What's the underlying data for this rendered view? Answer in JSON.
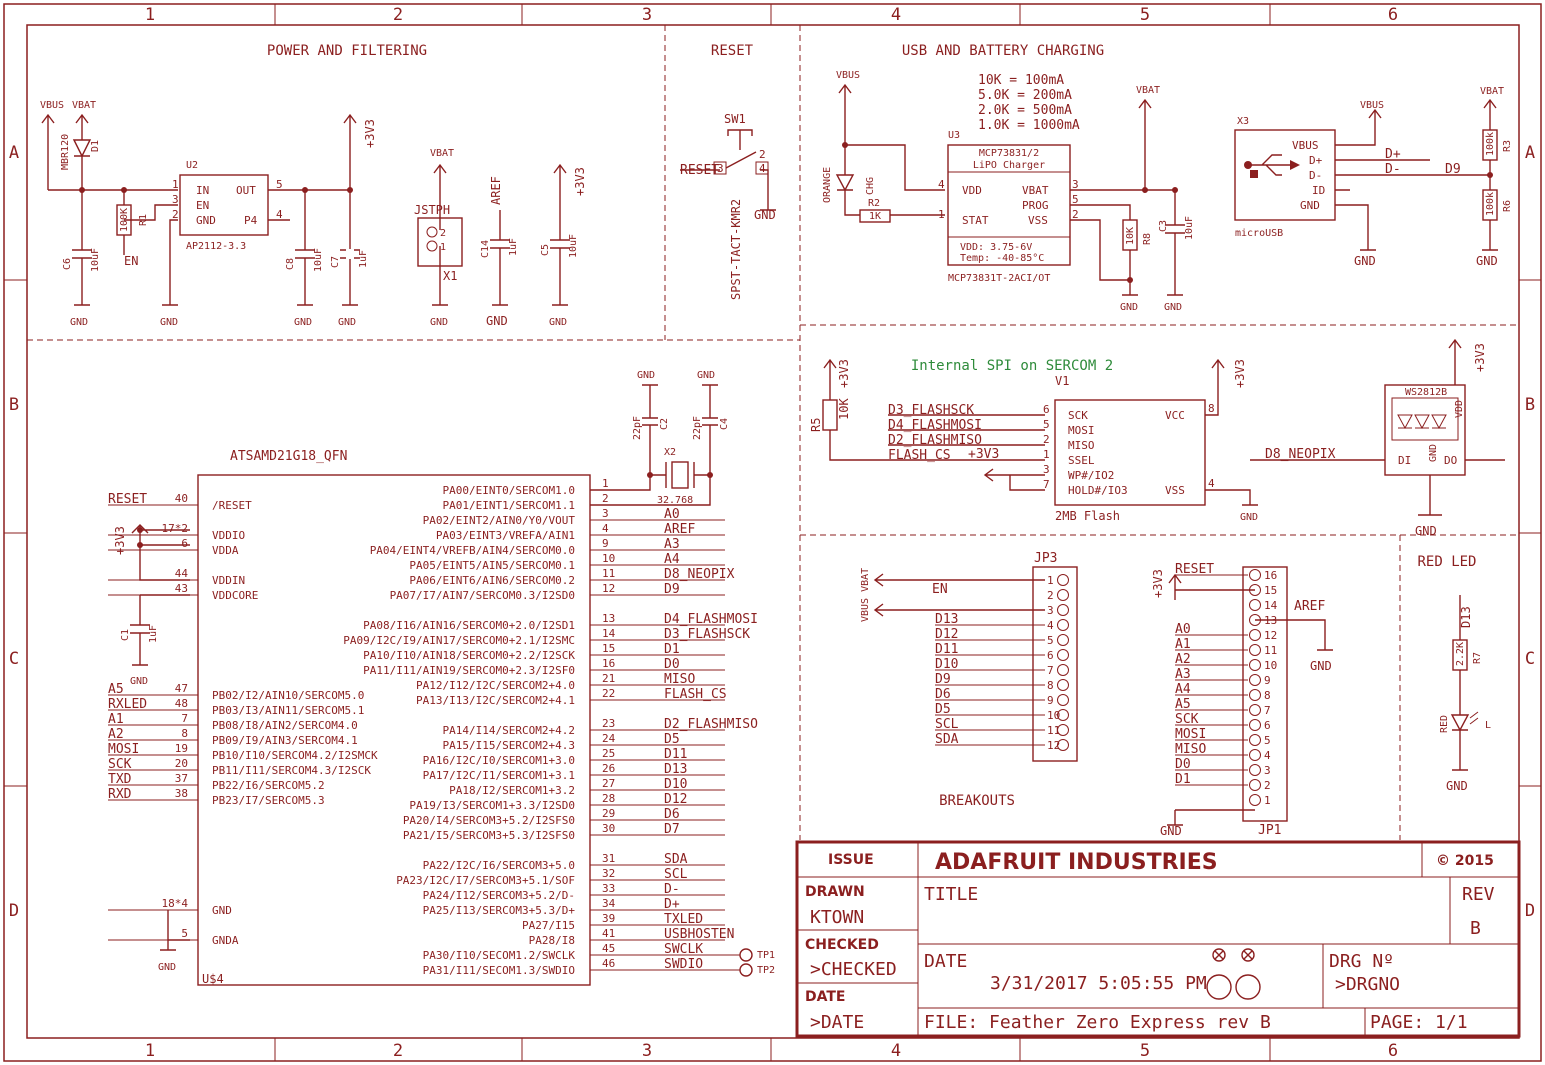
{
  "border": {
    "columns": [
      "1",
      "2",
      "3",
      "4",
      "5",
      "6"
    ],
    "rows": [
      "A",
      "B",
      "C",
      "D"
    ]
  },
  "sections": {
    "power": "POWER AND FILTERING",
    "reset": "RESET",
    "usb": "USB AND BATTERY CHARGING",
    "spi_note": "Internal SPI on SERCOM 2",
    "breakouts": "BREAKOUTS",
    "red_led": "RED LED"
  },
  "power": {
    "vbus": "VBUS",
    "vbat": "VBAT",
    "v3": "+3V3",
    "d1": "D1",
    "d1_part": "MBR120",
    "c6": "C6",
    "c6_val": "10uF",
    "r1": "R1",
    "r1_val": "100K",
    "en": "EN",
    "u2": "U2",
    "u2_part": "AP2112-3.3",
    "u2_pins": [
      "IN",
      "EN",
      "GND",
      "OUT",
      "P4"
    ],
    "u2_nums": [
      "1",
      "3",
      "2",
      "5",
      "4"
    ],
    "c8": "C8",
    "c8_val": "10uF",
    "c7": "C7",
    "c7_val": "1uF",
    "jstph": "JSTPH",
    "x1": "X1",
    "aref": "AREF",
    "c14": "C14",
    "c14_val": "1uF",
    "c5": "C5",
    "c5_val": "10uF",
    "gnd": "GND"
  },
  "reset": {
    "sw1": "SW1",
    "sw_part": "SPST-TACT-KMR2",
    "net": "RESET",
    "gnd": "GND"
  },
  "usb": {
    "table": [
      "10K  = 100mA",
      "5.0K  = 200mA",
      "2.0K  = 500mA",
      "1.0K  = 1000mA"
    ],
    "u3": "U3",
    "u3_title1": "MCP73831/2",
    "u3_title2": "LiPO Charger",
    "u3_pins": [
      "VDD",
      "STAT",
      "VBAT",
      "PROG",
      "VSS"
    ],
    "u3_nums": [
      "4",
      "1",
      "3",
      "5",
      "2"
    ],
    "u3_spec1": "VDD:    3.75-6V",
    "u3_spec2": "Temp:  -40-85°C",
    "u3_part": "MCP73831T-2ACI/OT",
    "chg": "CHG",
    "orange": "ORANGE",
    "r2": "R2",
    "r2_val": "1K",
    "r8": "R8",
    "r8_val": "10K",
    "c3": "C3",
    "c3_val": "10uF",
    "x3": "X3",
    "x3_pins": [
      "VBUS",
      "D+",
      "D-",
      "ID",
      "GND"
    ],
    "x3_part": "microUSB",
    "dplus": "D+",
    "dminus": "D-",
    "d9": "D9",
    "r3": "R3",
    "r3_val": "100k",
    "r6": "R6",
    "r6_val": "100k"
  },
  "flash": {
    "v1": "V1",
    "part": "2MB Flash",
    "left_pins": [
      "SCK",
      "MOSI",
      "MISO",
      "SSEL",
      "WP#/IO2",
      "HOLD#/IO3"
    ],
    "left_nums": [
      "6",
      "5",
      "2",
      "1",
      "3",
      "7"
    ],
    "right_pins": [
      "VCC",
      "VSS"
    ],
    "right_nums": [
      "8",
      "4"
    ],
    "nets": [
      "D3_FLASHSCK",
      "D4_FLASHMOSI",
      "D2_FLASHMISO",
      "FLASH_CS"
    ],
    "r5": "R5",
    "r5_val": "10K"
  },
  "neopixel": {
    "part": "WS2812B",
    "pins": [
      "DI",
      "DO",
      "GND",
      "VDD"
    ],
    "net": "D8_NEOPIX"
  },
  "mcu": {
    "name": "ATSAMD21G18_QFN",
    "ref": "U$4",
    "left": [
      {
        "n": "40",
        "p": "/RESET",
        "net": "RESET"
      },
      {
        "n": "17*2",
        "p": "VDDIO",
        "net": ""
      },
      {
        "n": "6",
        "p": "VDDA",
        "net": ""
      },
      {
        "n": "44",
        "p": "VDDIN",
        "net": ""
      },
      {
        "n": "43",
        "p": "VDDCORE",
        "net": ""
      },
      {
        "n": "47",
        "p": "PB02/I2/AIN10/SERCOM5.0",
        "net": "A5"
      },
      {
        "n": "48",
        "p": "PB03/I3/AIN11/SERCOM5.1",
        "net": "RXLED"
      },
      {
        "n": "7",
        "p": "PB08/I8/AIN2/SERCOM4.0",
        "net": "A1"
      },
      {
        "n": "8",
        "p": "PB09/I9/AIN3/SERCOM4.1",
        "net": "A2"
      },
      {
        "n": "19",
        "p": "PB10/I10/SERCOM4.2/I2SMCK",
        "net": "MOSI"
      },
      {
        "n": "20",
        "p": "PB11/I11/SERCOM4.3/I2SCK",
        "net": "SCK"
      },
      {
        "n": "37",
        "p": "PB22/I6/SERCOM5.2",
        "net": "TXD"
      },
      {
        "n": "38",
        "p": "PB23/I7/SERCOM5.3",
        "net": "RXD"
      },
      {
        "n": "18*4",
        "p": "GND",
        "net": ""
      },
      {
        "n": "5",
        "p": "GNDA",
        "net": ""
      }
    ],
    "right": [
      {
        "n": "1",
        "p": "PA00/EINT0/SERCOM1.0",
        "net": ""
      },
      {
        "n": "2",
        "p": "PA01/EINT1/SERCOM1.1",
        "net": ""
      },
      {
        "n": "3",
        "p": "PA02/EINT2/AIN0/Y0/VOUT",
        "net": "A0"
      },
      {
        "n": "4",
        "p": "PA03/EINT3/VREFA/AIN1",
        "net": "AREF"
      },
      {
        "n": "9",
        "p": "PA04/EINT4/VREFB/AIN4/SERCOM0.0",
        "net": "A3"
      },
      {
        "n": "10",
        "p": "PA05/EINT5/AIN5/SERCOM0.1",
        "net": "A4"
      },
      {
        "n": "11",
        "p": "PA06/EINT6/AIN6/SERCOM0.2",
        "net": "D8_NEOPIX"
      },
      {
        "n": "12",
        "p": "PA07/I7/AIN7/SERCOM0.3/I2SD0",
        "net": "D9"
      },
      {
        "n": "13",
        "p": "PA08/I16/AIN16/SERCOM0+2.0/I2SD1",
        "net": "D4_FLASHMOSI"
      },
      {
        "n": "14",
        "p": "PA09/I2C/I9/AIN17/SERCOM0+2.1/I2SMC",
        "net": "D3_FLASHSCK"
      },
      {
        "n": "15",
        "p": "PA10/I10/AIN18/SERCOM0+2.2/I2SCK",
        "net": "D1"
      },
      {
        "n": "16",
        "p": "PA11/I11/AIN19/SERCOM0+2.3/I2SF0",
        "net": "D0"
      },
      {
        "n": "21",
        "p": "PA12/I12/I2C/SERCOM2+4.0",
        "net": "MISO"
      },
      {
        "n": "22",
        "p": "PA13/I13/I2C/SERCOM2+4.1",
        "net": "FLASH_CS"
      },
      {
        "n": "23",
        "p": "PA14/I14/SERCOM2+4.2",
        "net": "D2_FLASHMISO"
      },
      {
        "n": "24",
        "p": "PA15/I15/SERCOM2+4.3",
        "net": "D5"
      },
      {
        "n": "25",
        "p": "PA16/I2C/I0/SERCOM1+3.0",
        "net": "D11"
      },
      {
        "n": "26",
        "p": "PA17/I2C/I1/SERCOM1+3.1",
        "net": "D13"
      },
      {
        "n": "27",
        "p": "PA18/I2/SERCOM1+3.2",
        "net": "D10"
      },
      {
        "n": "28",
        "p": "PA19/I3/SERCOM1+3.3/I2SD0",
        "net": "D12"
      },
      {
        "n": "29",
        "p": "PA20/I4/SERCOM3+5.2/I2SFS0",
        "net": "D6"
      },
      {
        "n": "30",
        "p": "PA21/I5/SERCOM3+5.3/I2SFS0",
        "net": "D7"
      },
      {
        "n": "31",
        "p": "PA22/I2C/I6/SERCOM3+5.0",
        "net": "SDA"
      },
      {
        "n": "32",
        "p": "PA23/I2C/I7/SERCOM3+5.1/SOF",
        "net": "SCL"
      },
      {
        "n": "33",
        "p": "PA24/I12/SERCOM3+5.2/D-",
        "net": "D-"
      },
      {
        "n": "34",
        "p": "PA25/I13/SERCOM3+5.3/D+",
        "net": "D+"
      },
      {
        "n": "39",
        "p": "PA27/I15",
        "net": "TXLED"
      },
      {
        "n": "41",
        "p": "PA28/I8",
        "net": "USBHOSTEN"
      },
      {
        "n": "45",
        "p": "PA30/I10/SECOM1.2/SWCLK",
        "net": "SWCLK"
      },
      {
        "n": "46",
        "p": "PA31/I11/SECOM1.3/SWDIO",
        "net": "SWDIO"
      }
    ],
    "x2": "X2",
    "x2_val": "32.768",
    "c2": "C2",
    "c2_val": "22pF",
    "c4": "C4",
    "c4_val": "22pF",
    "c1": "C1",
    "c1_val": "1uF",
    "tp1": "TP1",
    "tp2": "TP2"
  },
  "jp3": {
    "name": "JP3",
    "nets": [
      "VBAT",
      "EN",
      "VBUS",
      "D13",
      "D12",
      "D11",
      "D10",
      "D9",
      "D6",
      "D5",
      "SCL",
      "SDA"
    ]
  },
  "jp1": {
    "name": "JP1",
    "nets": [
      "RESET",
      "",
      "AREF",
      "GND",
      "A0",
      "A1",
      "A2",
      "A3",
      "A4",
      "A5",
      "SCK",
      "MOSI",
      "MISO",
      "D0",
      "D1",
      ""
    ]
  },
  "led": {
    "d13": "D13",
    "r7": "R7",
    "r7_val": "2.2K",
    "red": "RED",
    "l": "L",
    "gnd": "GND"
  },
  "titleblock": {
    "issue": "ISSUE",
    "company": "ADAFRUIT INDUSTRIES",
    "copyright": "© 2015",
    "drawn": "DRAWN",
    "drawn_by": "KTOWN",
    "title_label": "TITLE",
    "rev_label": "REV",
    "rev": "B",
    "checked": "CHECKED",
    "checked_by": ">CHECKED",
    "date_label": "DATE",
    "date_val": ">DATE",
    "date_big": "DATE",
    "date_time": "3/31/2017  5:05:55 PM",
    "drg_label": "DRG Nº",
    "drg": ">DRGNO",
    "file": "FILE: Feather Zero Express rev B",
    "page": "PAGE: 1/1"
  },
  "colors": {
    "ink": "#8b1f1f",
    "note": "#2e8b3a"
  }
}
